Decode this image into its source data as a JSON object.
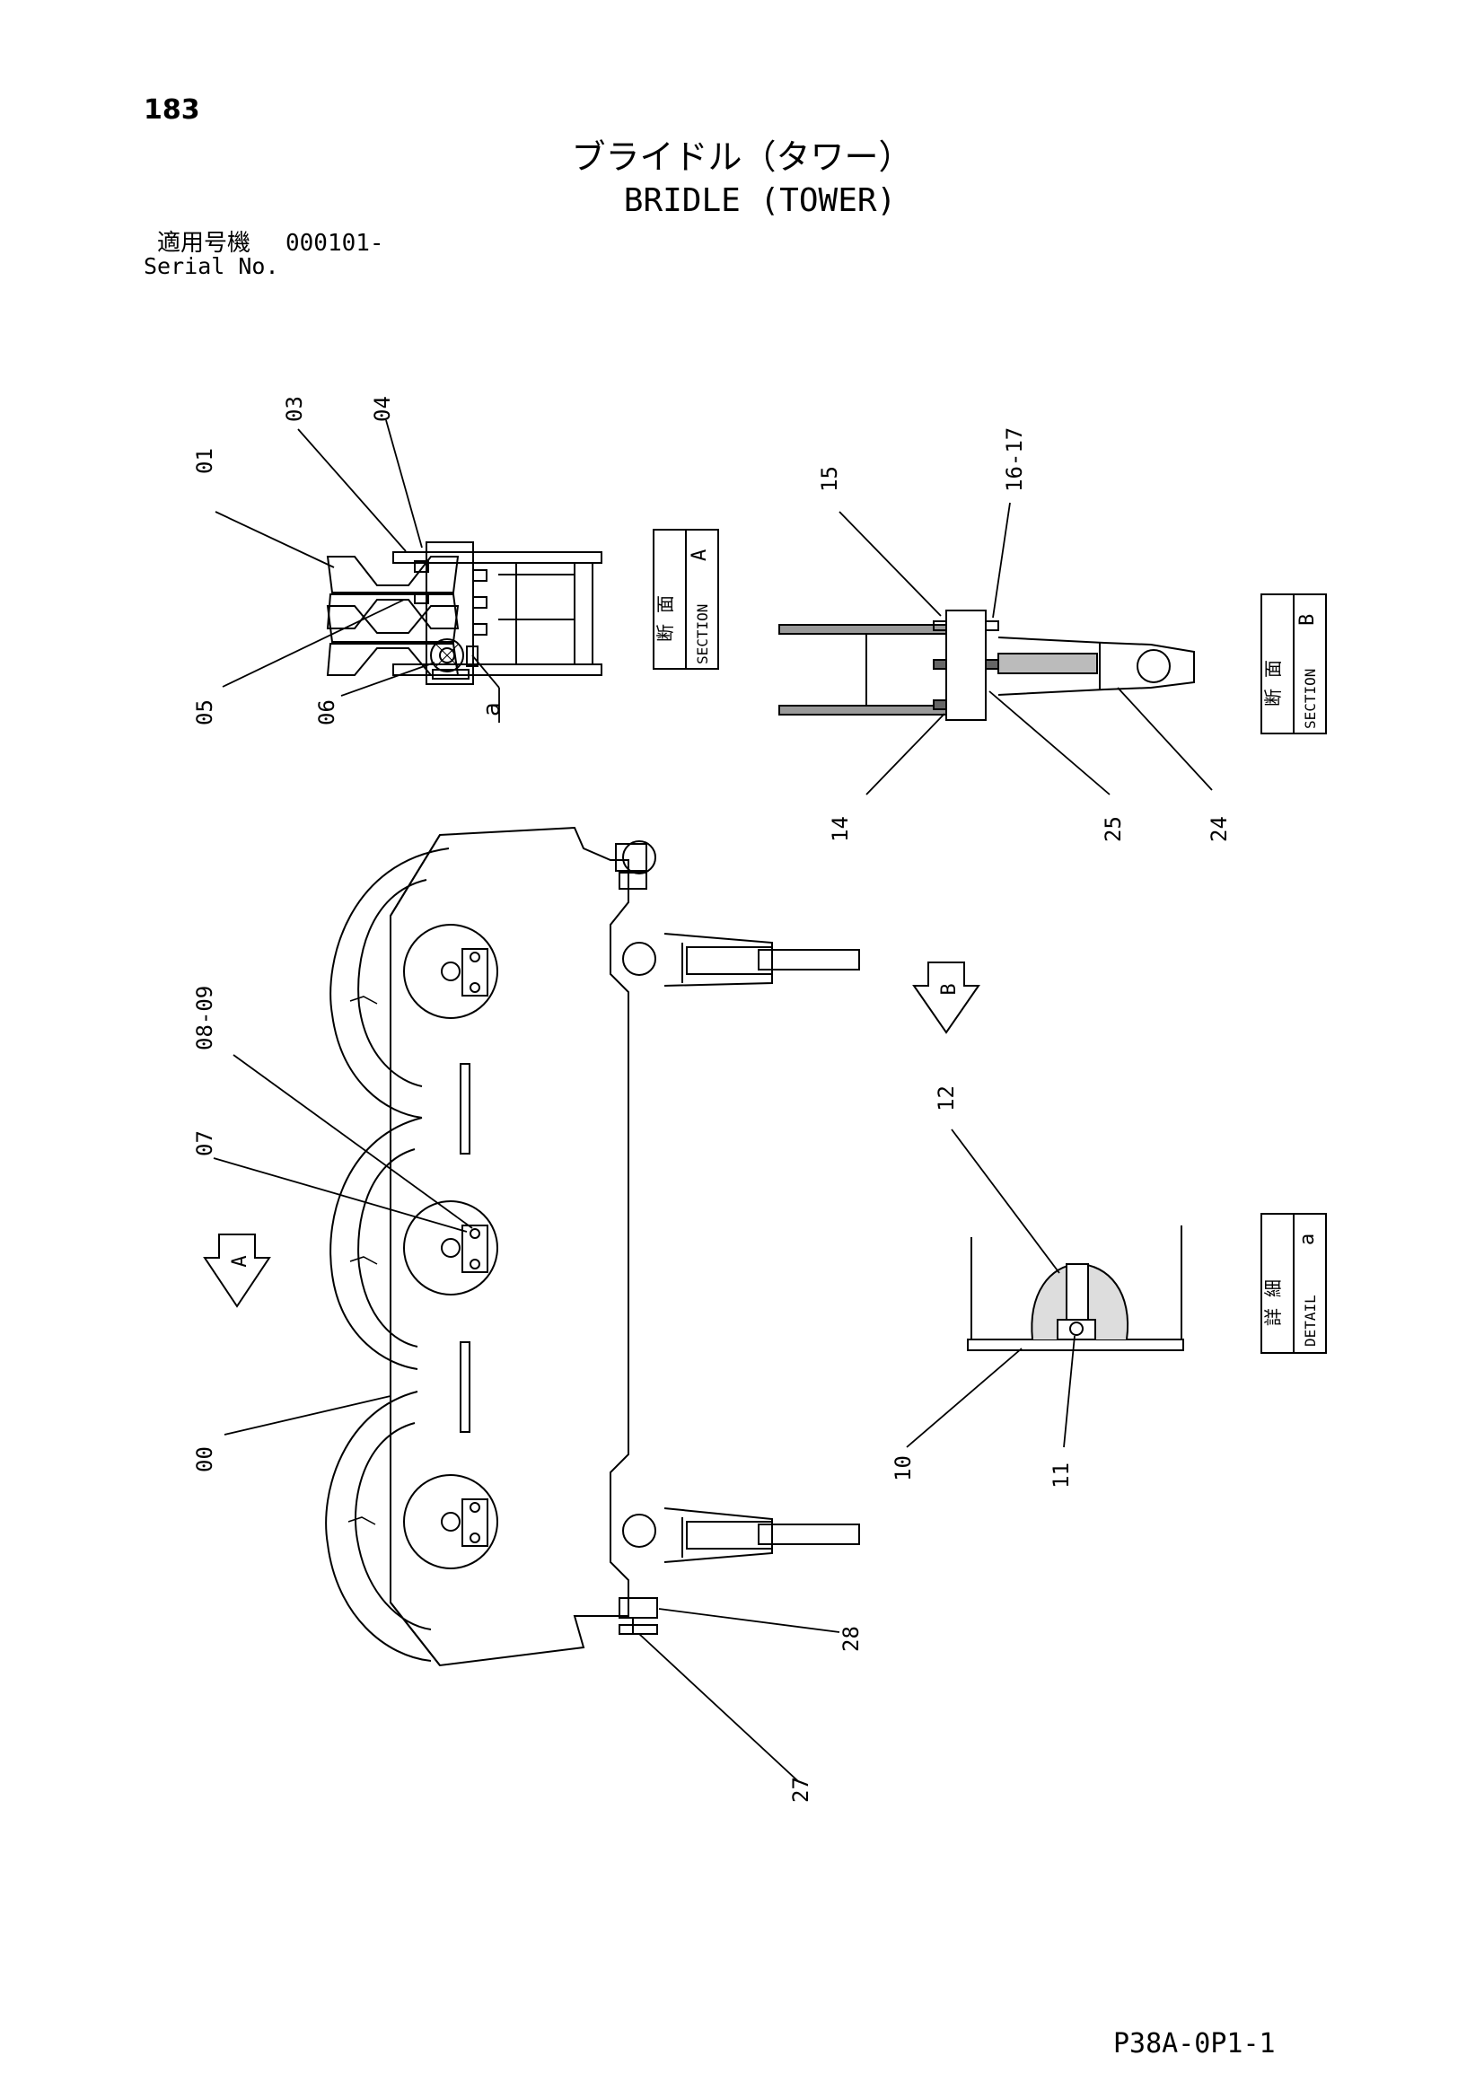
{
  "page_number": "183",
  "title_jp": "ブライドル（タワー）",
  "title_en": "BRIDLE (TOWER)",
  "serial": {
    "label_jp": "適用号機",
    "value": "000101-",
    "label_en": "Serial No."
  },
  "drawing_code": "P38A-0P1-1",
  "views": {
    "section_a": {
      "jp": "断 面",
      "en": "SECTION",
      "letter": "A"
    },
    "section_b": {
      "jp": "断 面",
      "en": "SECTION",
      "letter": "B"
    },
    "detail_a": {
      "jp": "詳 細",
      "en": "DETAIL",
      "letter": "a"
    }
  },
  "arrows": {
    "a": "A",
    "b": "B"
  },
  "detail_marker": "a",
  "callouts": {
    "c00": "00",
    "c01": "01",
    "c03": "03",
    "c04": "04",
    "c05": "05",
    "c06": "06",
    "c07": "07",
    "c0809": "08-09",
    "c10": "10",
    "c11": "11",
    "c12": "12",
    "c14": "14",
    "c15": "15",
    "c1617": "16-17",
    "c24": "24",
    "c25": "25",
    "c27": "27",
    "c28": "28"
  }
}
